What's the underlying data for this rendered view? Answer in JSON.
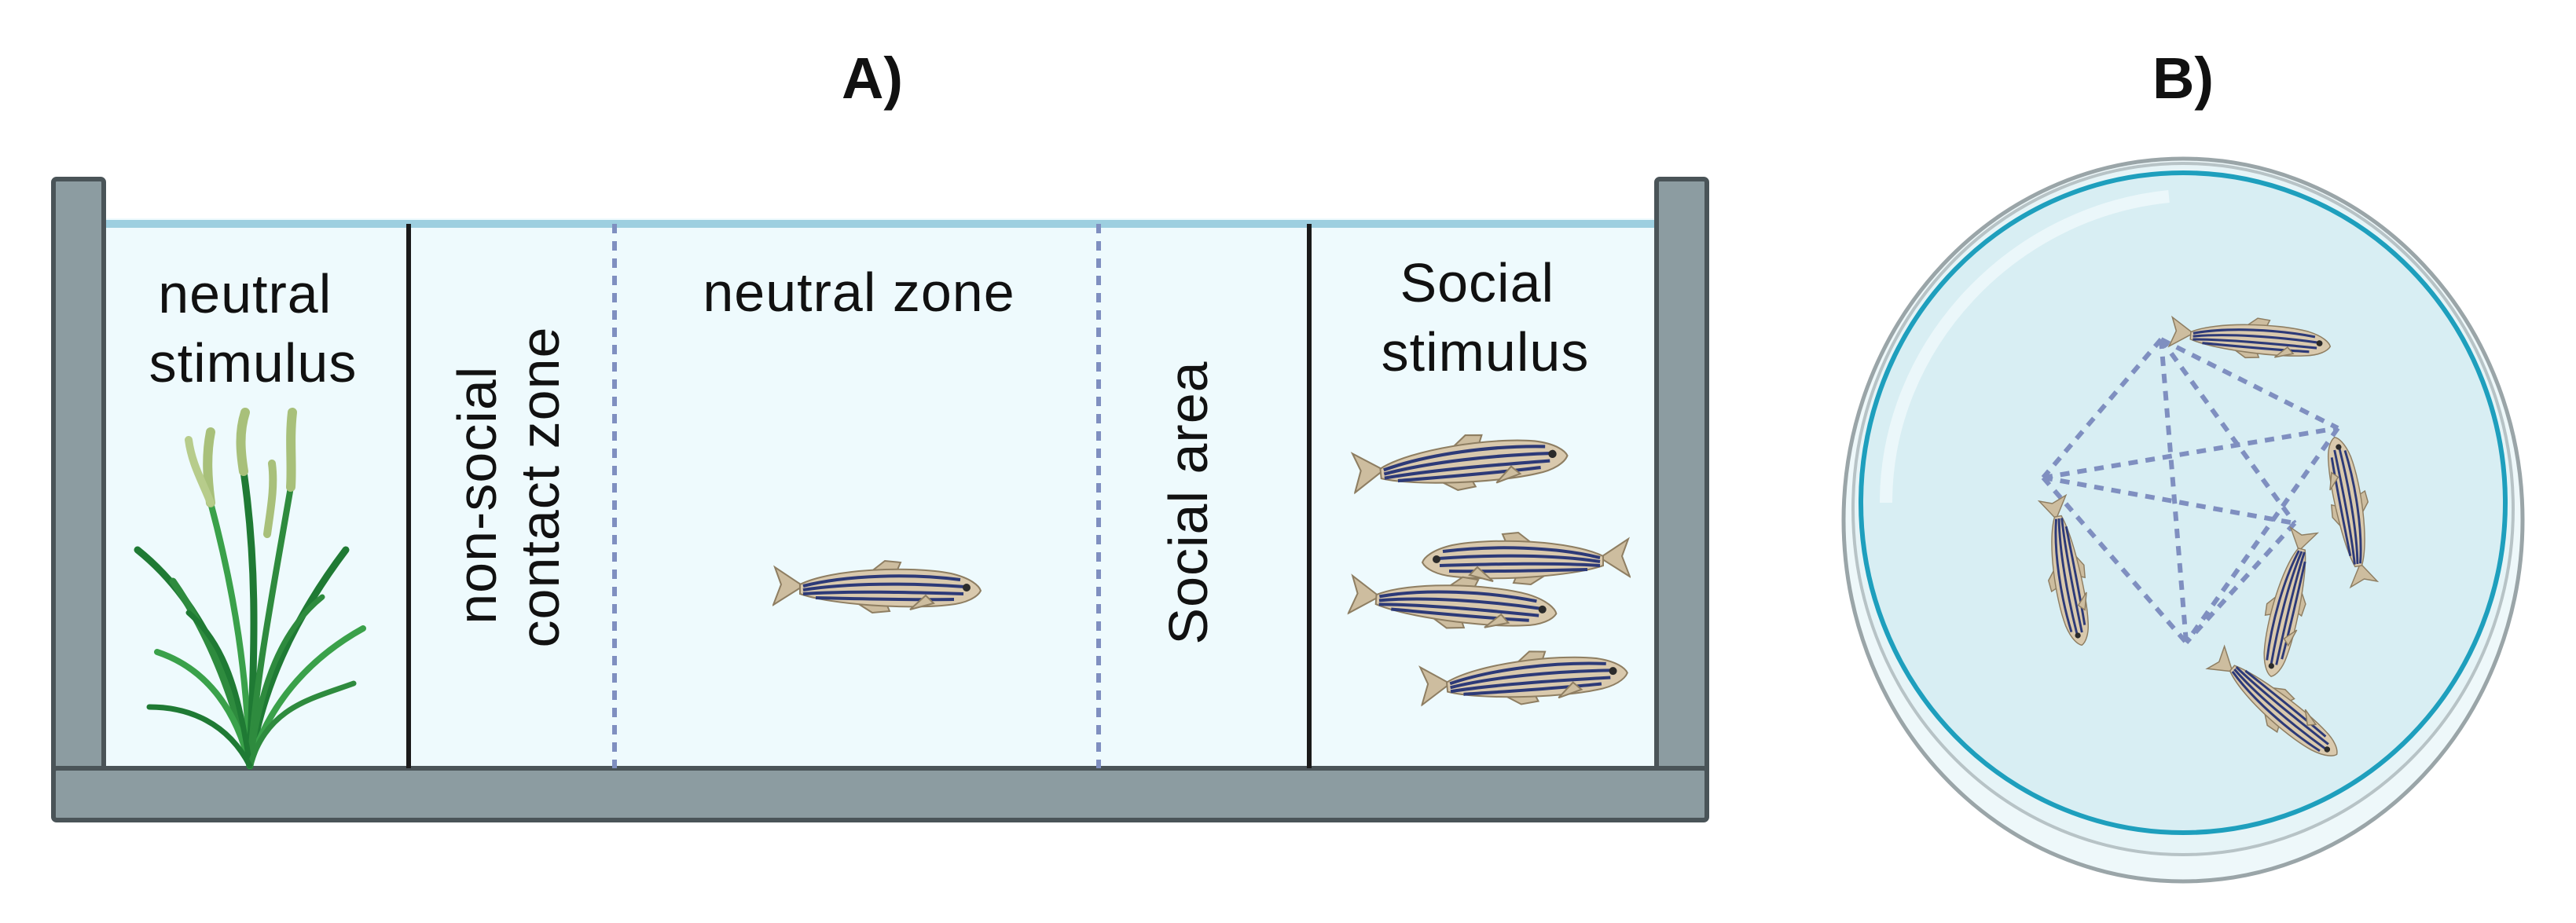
{
  "panels": {
    "a": {
      "label": "A)"
    },
    "b": {
      "label": "B)"
    }
  },
  "tank": {
    "zones": {
      "neutral_stimulus": [
        "neutral",
        "stimulus"
      ],
      "non_social_contact": [
        "non-social",
        "contact zone"
      ],
      "neutral_zone": "neutral zone",
      "social_area": "Social area",
      "social_stimulus": [
        "Social",
        "stimulus"
      ]
    }
  },
  "colors": {
    "water": "#eefafd",
    "water_line": "#9dcfe0",
    "tank_wall": "#8c9ca1",
    "tank_outline": "#4a5458",
    "divider_solid": "#1a1a1a",
    "divider_dashed": "#7f8fc0",
    "dish_water": "#d8eef3",
    "dish_rim": "#1e9fbd",
    "fish_body": "#d9c9ad",
    "fish_stripe": "#2d3a78",
    "plant": "#2e8b3e"
  },
  "icons": [
    "zebrafish-icon",
    "aquatic-plant-icon",
    "petri-dish-icon"
  ]
}
